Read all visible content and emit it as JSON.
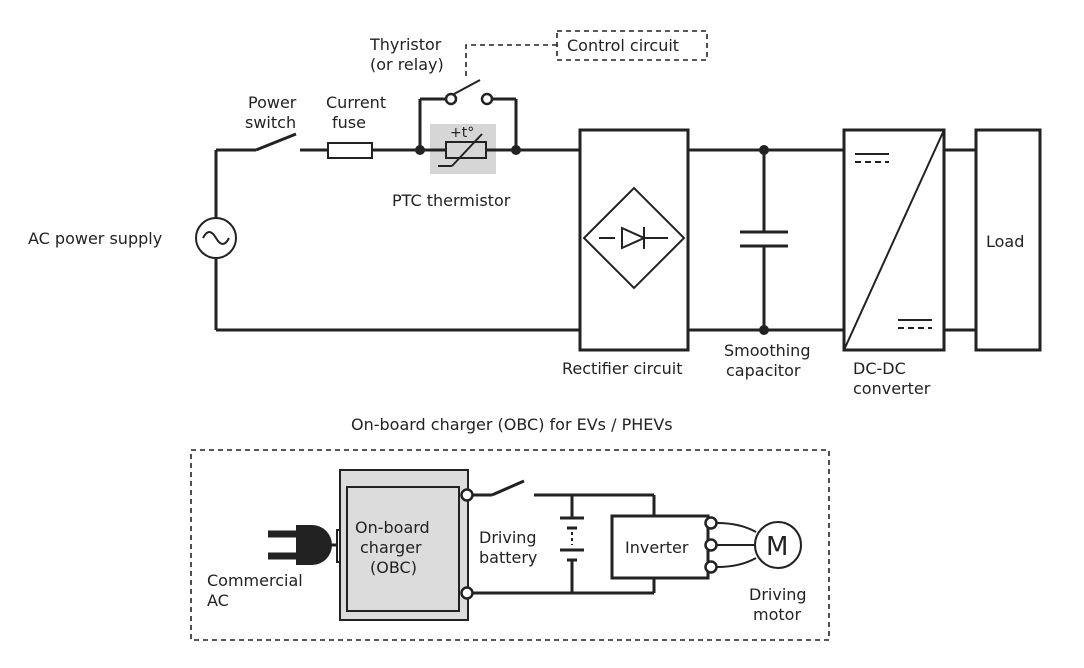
{
  "top_circuit": {
    "control_circuit": "Control circuit",
    "thyristor_line1": "Thyristor",
    "thyristor_line2": "(or relay)",
    "power_switch_line1": "Power",
    "power_switch_line2": "switch",
    "current_fuse_line1": "Current",
    "current_fuse_line2": "fuse",
    "ptc_symbol": "+t°",
    "ptc_thermistor": "PTC thermistor",
    "ac_power_supply": "AC power supply",
    "rectifier_circuit": "Rectifier circuit",
    "smoothing_line1": "Smoothing",
    "smoothing_line2": "capacitor",
    "dcdc_line1": "DC-DC",
    "dcdc_line2": "converter",
    "load": "Load"
  },
  "obc_diagram": {
    "title": "On-board charger (OBC) for EVs / PHEVs",
    "obc_line1": "On-board",
    "obc_line2": "charger",
    "obc_line3": "(OBC)",
    "battery_line1": "Driving",
    "battery_line2": "battery",
    "inverter": "Inverter",
    "motor_symbol": "M",
    "commercial_line1": "Commercial",
    "commercial_line2": "AC",
    "motor_line1": "Driving",
    "motor_line2": "motor"
  },
  "colors": {
    "line": "#222222",
    "obc_fill": "#dcdcdc",
    "ptc_highlight": "#d6d6d6"
  }
}
